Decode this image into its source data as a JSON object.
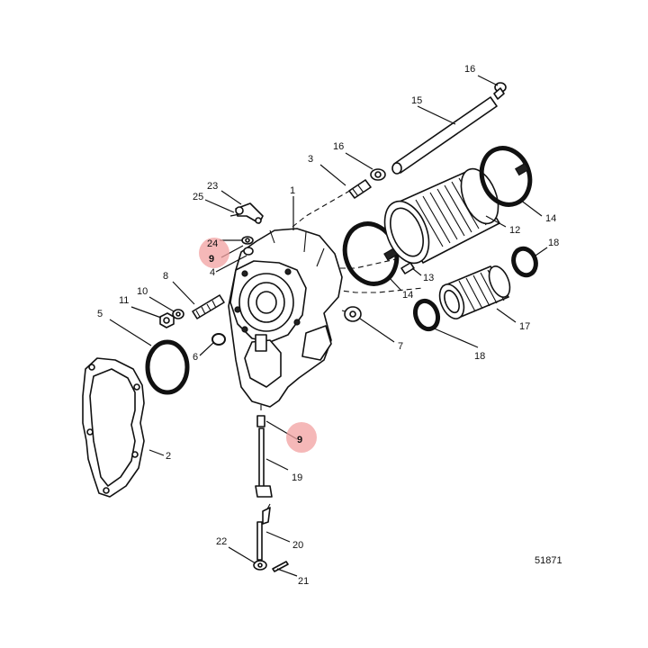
{
  "diagram_number": "51871",
  "highlight_color": "#f2a0a0",
  "callouts": [
    {
      "id": "c1",
      "label": "1"
    },
    {
      "id": "c2",
      "label": "2"
    },
    {
      "id": "c3",
      "label": "3"
    },
    {
      "id": "c4",
      "label": "4"
    },
    {
      "id": "c5",
      "label": "5"
    },
    {
      "id": "c6",
      "label": "6"
    },
    {
      "id": "c7",
      "label": "7"
    },
    {
      "id": "c8",
      "label": "8"
    },
    {
      "id": "c9a",
      "label": "9"
    },
    {
      "id": "c9b",
      "label": "9"
    },
    {
      "id": "c10",
      "label": "10"
    },
    {
      "id": "c11",
      "label": "11"
    },
    {
      "id": "c12",
      "label": "12"
    },
    {
      "id": "c13",
      "label": "13"
    },
    {
      "id": "c14a",
      "label": "14"
    },
    {
      "id": "c14b",
      "label": "14"
    },
    {
      "id": "c15",
      "label": "15"
    },
    {
      "id": "c16a",
      "label": "16"
    },
    {
      "id": "c16b",
      "label": "16"
    },
    {
      "id": "c17",
      "label": "17"
    },
    {
      "id": "c18a",
      "label": "18"
    },
    {
      "id": "c18b",
      "label": "18"
    },
    {
      "id": "c19",
      "label": "19"
    },
    {
      "id": "c20",
      "label": "20"
    },
    {
      "id": "c21",
      "label": "21"
    },
    {
      "id": "c22",
      "label": "22"
    },
    {
      "id": "c23",
      "label": "23"
    },
    {
      "id": "c24",
      "label": "24"
    },
    {
      "id": "c25",
      "label": "25"
    }
  ]
}
